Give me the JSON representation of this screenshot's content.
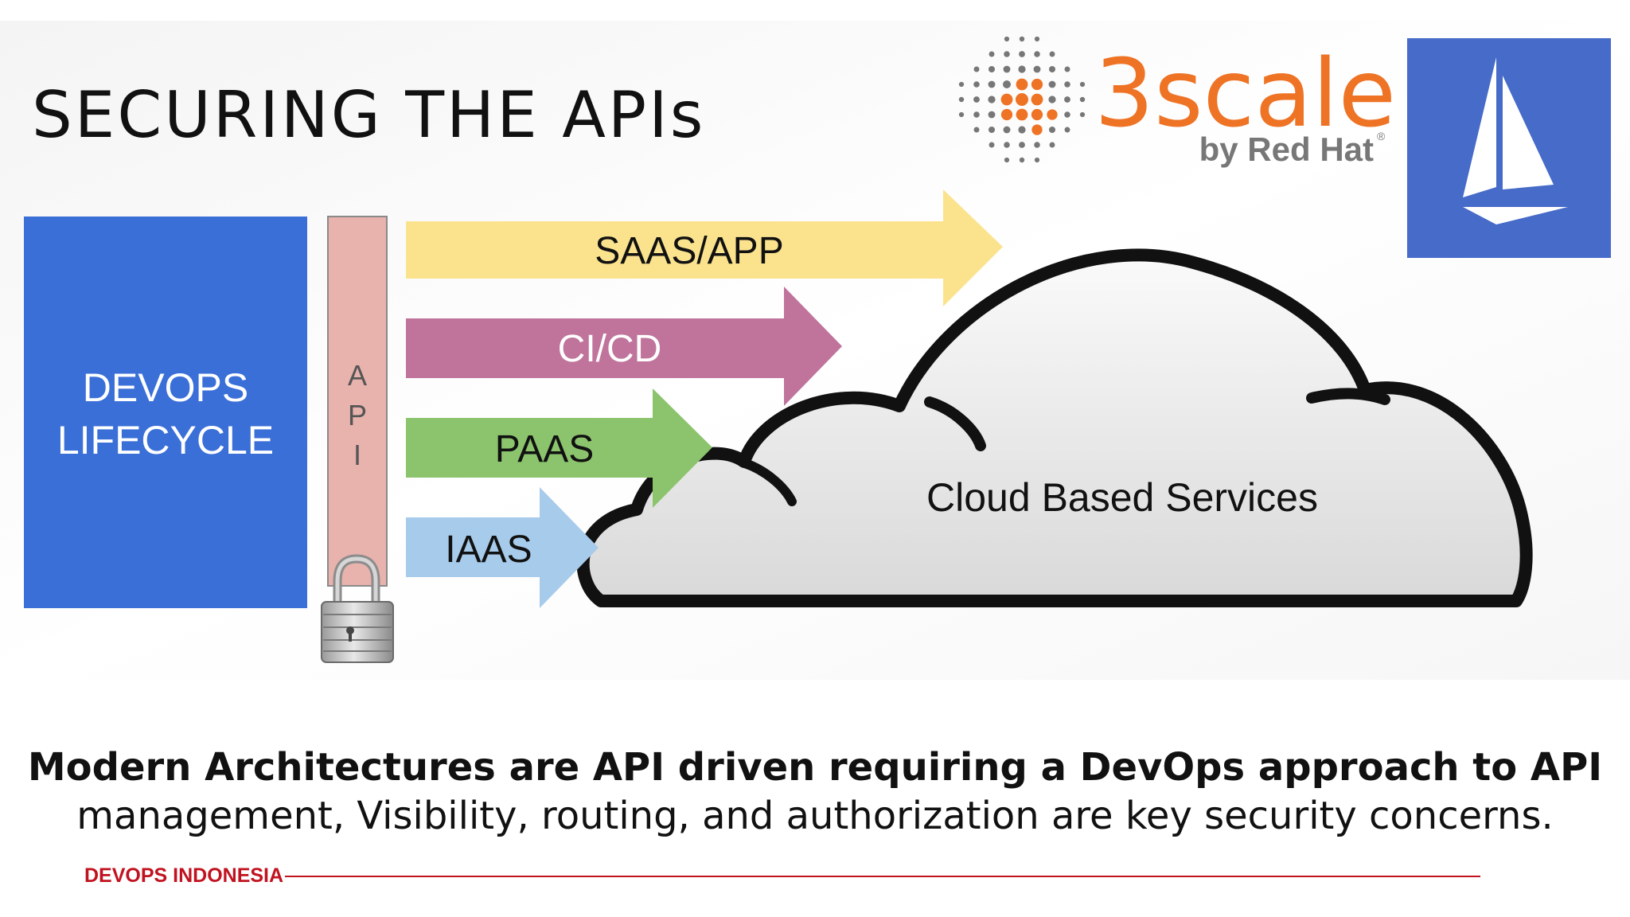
{
  "slide": {
    "title": "SECURING THE APIs"
  },
  "branding": {
    "logo_3scale_main": "3scale",
    "logo_3scale_sub": "by Red Hat",
    "logo_3scale_mark": "®",
    "istio_logo_icon": "sailboat-icon"
  },
  "diagram": {
    "devops_box_line1": "DEVOPS",
    "devops_box_line2": "LIFECYCLE",
    "api_bar_letters": [
      "A",
      "P",
      "I"
    ],
    "lock_icon": "padlock-icon",
    "arrows": [
      {
        "label": "SAAS/APP",
        "color": "#fbe38e"
      },
      {
        "label": "CI/CD",
        "color": "#c0749c"
      },
      {
        "label": "PAAS",
        "color": "#8cc46d"
      },
      {
        "label": "IAAS",
        "color": "#a7cbeb"
      }
    ],
    "cloud_label": "Cloud Based Services"
  },
  "caption": {
    "line1": "Modern Architectures are API driven requiring a DevOps approach to API",
    "line2": "management, Visibility, routing, and authorization are key security concerns."
  },
  "footer": {
    "label": "DEVOPS INDONESIA"
  },
  "colors": {
    "devops_blue": "#3a6fd8",
    "api_pink": "#e8b2ad",
    "istio_blue": "#466bc8",
    "scale_orange": "#ee7325",
    "scale_gray": "#777777",
    "footer_red": "#c1121f"
  }
}
